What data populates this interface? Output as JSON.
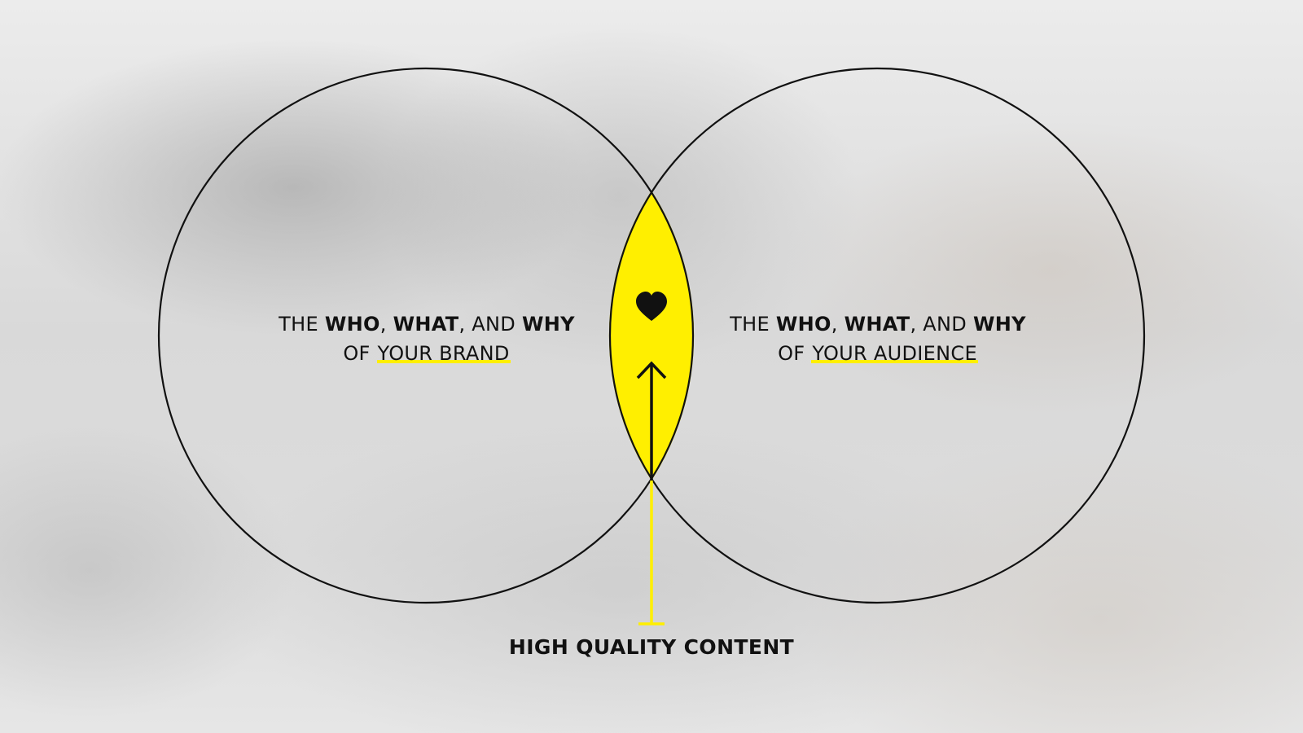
{
  "diagram": {
    "left_circle": {
      "prefix": "THE",
      "who": "WHO",
      "sep1": ",",
      "what": "WHAT",
      "sep2": ", AND",
      "why": "WHY",
      "of": "OF",
      "subject": "YOUR BRAND"
    },
    "right_circle": {
      "prefix": "THE",
      "who": "WHO",
      "sep1": ",",
      "what": "WHAT",
      "sep2": ", AND",
      "why": "WHY",
      "of": "OF",
      "subject": "YOUR AUDIENCE"
    },
    "overlap_icon": "heart-icon",
    "bottom_label": "HIGH QUALITY CONTENT"
  },
  "colors": {
    "accent": "#ffef00",
    "stroke": "#111111"
  }
}
